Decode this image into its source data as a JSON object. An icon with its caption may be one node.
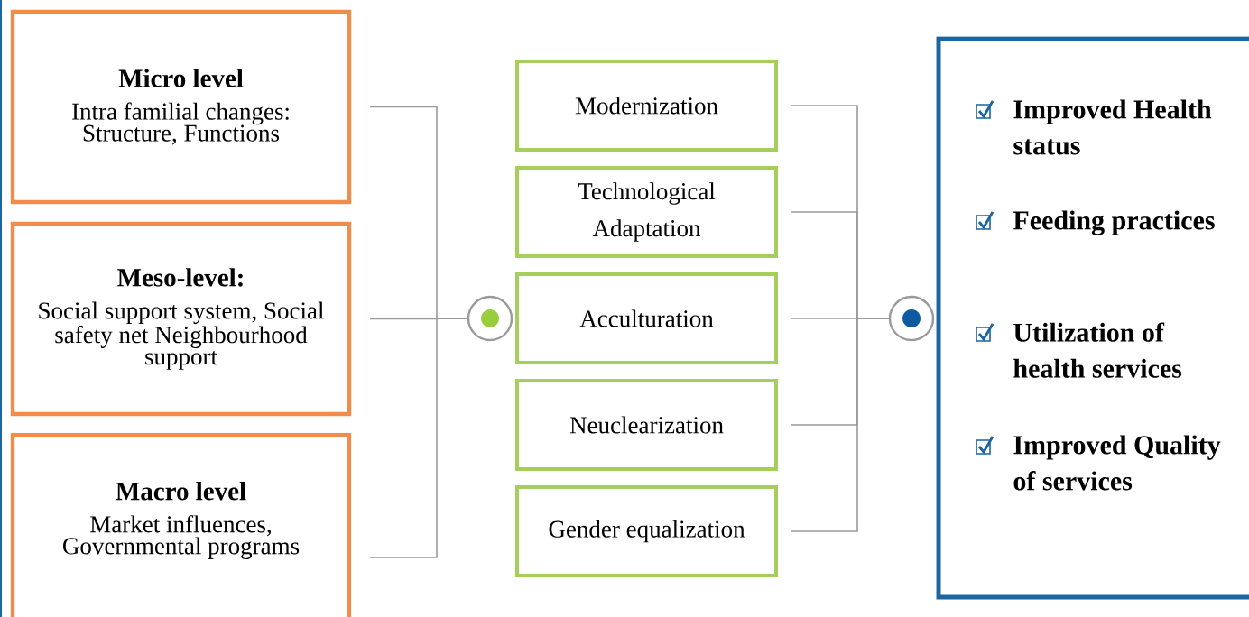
{
  "diagram": {
    "nodes": [
      {
        "text": [
          "Micro level",
          "Intra familial changes: Structure, Functions"
        ]
      },
      {
        "text": [
          "Meso-level:",
          "Social support system, Social safety net Neighbourhood support"
        ]
      },
      {
        "text": [
          "Macro level",
          "Market influences, Governmental programs"
        ]
      },
      {
        "text": [],
        "shape": "circle"
      },
      {
        "text": [
          "Modernization"
        ]
      },
      {
        "text": [
          "Technological Adaptation"
        ]
      },
      {
        "text": [
          "Acculturation"
        ]
      },
      {
        "text": [
          "Neuclearization"
        ]
      },
      {
        "text": [
          "Gender equalization"
        ]
      },
      {
        "text": [],
        "shape": "circle"
      },
      {
        "text": [
          "Improved Health status",
          "Feeding practices",
          "Utilization of health services",
          "Improved Quality of services"
        ]
      }
    ],
    "edges": [
      {
        "from": 0,
        "to": 3,
        "arrow": "none"
      },
      {
        "from": 1,
        "to": 3,
        "arrow": "none"
      },
      {
        "from": 2,
        "to": 3,
        "arrow": "none"
      },
      {
        "from": 4,
        "to": 9,
        "arrow": "none"
      },
      {
        "from": 5,
        "to": 9,
        "arrow": "none"
      },
      {
        "from": 6,
        "to": 9,
        "arrow": "none"
      },
      {
        "from": 7,
        "to": 9,
        "arrow": "none"
      },
      {
        "from": 8,
        "to": 9,
        "arrow": "none"
      }
    ]
  }
}
